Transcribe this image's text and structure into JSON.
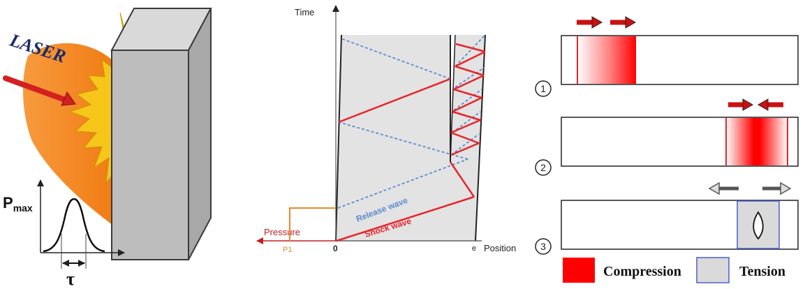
{
  "laser_panel": {
    "laser_label": "LASER",
    "pmax_label": "P",
    "pmax_subscript": "max",
    "tau_label": "τ",
    "colors": {
      "plume": "#f58220",
      "burst": "#f7c61b",
      "arrow": "#d42020",
      "block_front": "#bdbdbd"
    }
  },
  "wave_panel": {
    "time_label": "Time",
    "position_label": "Position",
    "pressure_label": "Pressure",
    "p1_label": "P1",
    "origin_label": "0",
    "e_label": "e",
    "release_wave_label": "Release wave",
    "shock_wave_label": "Shock wave",
    "colors": {
      "shock": "#e8242a",
      "release": "#5b8bd0",
      "pressure_profile": "#e8892e",
      "target_fill": "#e3e3e3"
    }
  },
  "state_panel": {
    "states": [
      {
        "number": "1"
      },
      {
        "number": "2"
      },
      {
        "number": "3"
      }
    ],
    "legend": {
      "compression_label": "Compression",
      "tension_label": "Tension",
      "compression_color": "#ff0000",
      "tension_color": "#dadada",
      "tension_border": "#4a5fcf"
    },
    "arrow_color": "#cc1010"
  }
}
